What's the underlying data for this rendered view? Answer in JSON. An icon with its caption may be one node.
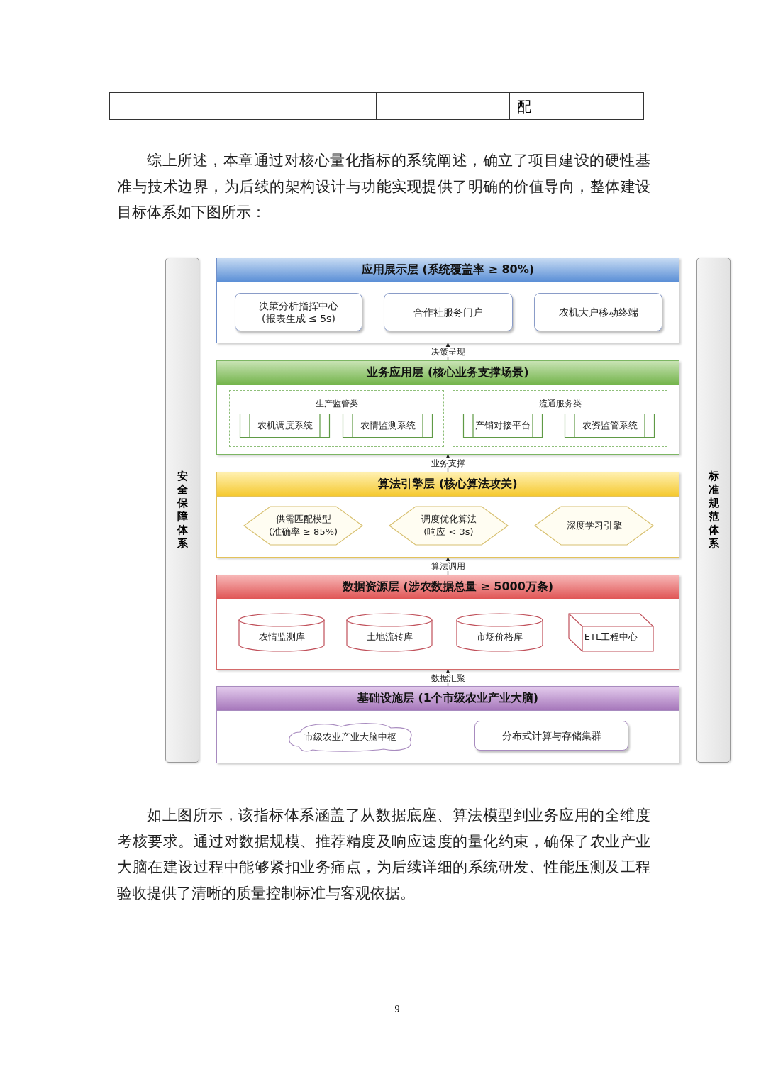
{
  "diagram": {
    "nodes": [
      {
        "text": [
          "安全保障体系"
        ]
      },
      {
        "text": [
          "应用展示层 (系统覆盖率 ≥ 80%)"
        ]
      },
      {
        "text": [
          "决策分析指挥中心 (报表生成 ≤ 5s)"
        ],
        "in": 1
      },
      {
        "text": [
          "合作社服务门户"
        ],
        "in": 1
      },
      {
        "text": [
          "农机大户移动终端"
        ],
        "in": 1
      },
      {
        "text": [
          "业务应用层 (核心业务支撑场景)"
        ]
      },
      {
        "text": [
          "生产监管类"
        ],
        "in": 5
      },
      {
        "text": [
          "农机调度系统"
        ],
        "in": 6
      },
      {
        "text": [
          "农情监测系统"
        ],
        "in": 6
      },
      {
        "text": [
          "流通服务类"
        ],
        "in": 5
      },
      {
        "text": [
          "产销对接平台"
        ],
        "in": 9
      },
      {
        "text": [
          "农资监管系统"
        ],
        "in": 9
      },
      {
        "text": [
          "算法引擎层 (核心算法攻关)"
        ]
      },
      {
        "text": [
          "供需匹配模型 (准确率 ≥ 85%)"
        ],
        "in": 12
      },
      {
        "text": [
          "调度优化算法 (响应 < 3s)"
        ],
        "in": 12
      },
      {
        "text": [
          "深度学习引擎"
        ],
        "in": 12
      },
      {
        "text": [
          "数据资源层 (涉农数据总量 ≥ 5000万条)"
        ]
      },
      {
        "text": [
          "农情监测库"
        ],
        "in": 16
      },
      {
        "text": [
          "土地流转库"
        ],
        "in": 16
      },
      {
        "text": [
          "市场价格库"
        ],
        "in": 16
      },
      {
        "text": [
          "ETL工程中心"
        ],
        "in": 16
      },
      {
        "text": [
          "基础设施层 (1个市级农业产业大脑)"
        ]
      },
      {
        "text": [
          "市级农业产业大脑中枢"
        ],
        "in": 21
      },
      {
        "text": [
          "分布式计算与存储集群"
        ],
        "in": 21
      },
      {
        "text": [
          "标准规范体系"
        ]
      }
    ],
    "edges": [
      {
        "from": 5,
        "to": 1,
        "arrow": "to",
        "label": "决策呈现"
      },
      {
        "from": 12,
        "to": 5,
        "arrow": "to",
        "label": "业务支撑"
      },
      {
        "from": 16,
        "to": 12,
        "arrow": "to",
        "label": "算法调用"
      },
      {
        "from": 21,
        "to": 16,
        "arrow": "to",
        "label": "数据汇聚"
      }
    ],
    "labels": [
      "配",
      "综上所述，本章通过对核心量化指标的系统阐述，确立了项目建设的硬性基准与技术边界，为后续的架构设计与功能实现提供了明确的价值导向，整体建设目标体系如下图所示：",
      "如上图所示，该指标体系涵盖了从数据底座、算法模型到业务应用的全维度考核要求。通过对数据规模、推荐精度及响应速度的量化约束，确保了农业产业大脑在建设过程中能够紧扣业务痛点，为后续详细的系统研发、性能压测及工程验收提供了清晰的质量控制标准与客观依据。",
      "9"
    ]
  }
}
